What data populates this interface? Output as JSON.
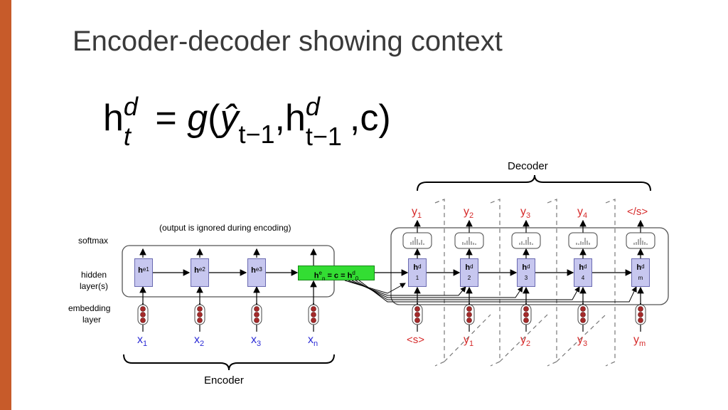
{
  "slide": {
    "title": "Encoder-decoder showing context",
    "accent_color": "#c75b2a"
  },
  "formula": {
    "lhs_main": "h",
    "lhs_sup": "d",
    "lhs_sub": "t",
    "equals": "=",
    "func": "g",
    "open_paren": "(",
    "yhat": "ŷ",
    "yhat_sub": "t−1",
    "comma1": ",",
    "h2": "h",
    "h2_sup": "d",
    "h2_sub": "t−1",
    "comma2": ",",
    "c": "c",
    "close_paren": ")"
  },
  "diagram": {
    "decoder_label": "Decoder",
    "encoder_label": "Encoder",
    "ignored_note": "(output is ignored during encoding)",
    "row_labels": {
      "softmax": "softmax",
      "hidden_line1": "hidden",
      "hidden_line2": "layer(s)",
      "embedding_line1": "embedding",
      "embedding_line2": "layer"
    },
    "encoder_hidden": [
      {
        "main": "h",
        "sup": "e",
        "sub": "1"
      },
      {
        "main": "h",
        "sup": "e",
        "sub": "2"
      },
      {
        "main": "h",
        "sup": "e",
        "sub": "3"
      }
    ],
    "context": {
      "h": "h",
      "e_sup": "e",
      "n_sub": "n",
      "eq1": " = c = ",
      "h2": "h",
      "d_sup": "d",
      "zero_sub": "0"
    },
    "decoder_hidden": [
      {
        "main": "h",
        "sup": "d",
        "sub": "1"
      },
      {
        "main": "h",
        "sup": "d",
        "sub": "2"
      },
      {
        "main": "h",
        "sup": "d",
        "sub": "3"
      },
      {
        "main": "h",
        "sup": "d",
        "sub": "4"
      },
      {
        "main": "h",
        "sup": "d",
        "sub": "m"
      }
    ],
    "encoder_inputs": [
      {
        "main": "x",
        "sub": "1"
      },
      {
        "main": "x",
        "sub": "2"
      },
      {
        "main": "x",
        "sub": "3"
      },
      {
        "main": "x",
        "sub": "n"
      }
    ],
    "decoder_inputs": [
      {
        "main": "<s>",
        "sub": ""
      },
      {
        "main": "y",
        "sub": "1"
      },
      {
        "main": "y",
        "sub": "2"
      },
      {
        "main": "y",
        "sub": "3"
      },
      {
        "main": "y",
        "sub": "m"
      }
    ],
    "decoder_outputs": [
      {
        "main": "y",
        "sub": "1"
      },
      {
        "main": "y",
        "sub": "2"
      },
      {
        "main": "y",
        "sub": "3"
      },
      {
        "main": "y",
        "sub": "4"
      },
      {
        "main": "</s>",
        "sub": ""
      }
    ],
    "colors": {
      "input_text": "#2b2bd6",
      "output_text": "#d62b2b",
      "hidden_fill": "#c7c7ef",
      "context_fill": "#33dd33",
      "embedding_dot": "#a52a2a"
    }
  }
}
